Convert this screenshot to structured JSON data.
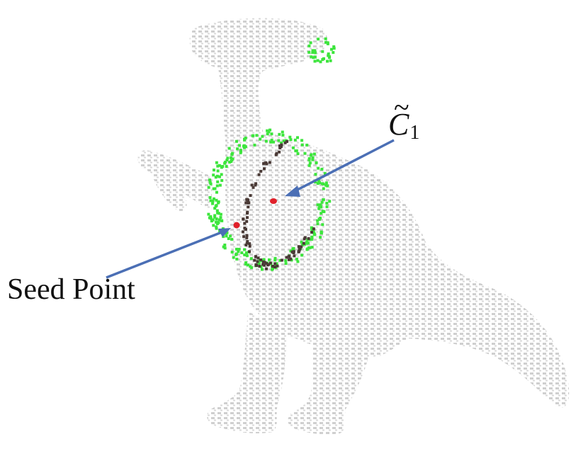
{
  "labels": {
    "seed_point": "Seed Point",
    "centroid_base": "C",
    "centroid_tilde": "~",
    "centroid_subscript": "1"
  },
  "colors": {
    "background": "#ffffff",
    "cloud_point": "#cfcfcf",
    "ring_green": "#3de53d",
    "ring_dark": "#4a3a36",
    "seed_red": "#e0202a",
    "arrow_blue": "#4b6fb5"
  }
}
